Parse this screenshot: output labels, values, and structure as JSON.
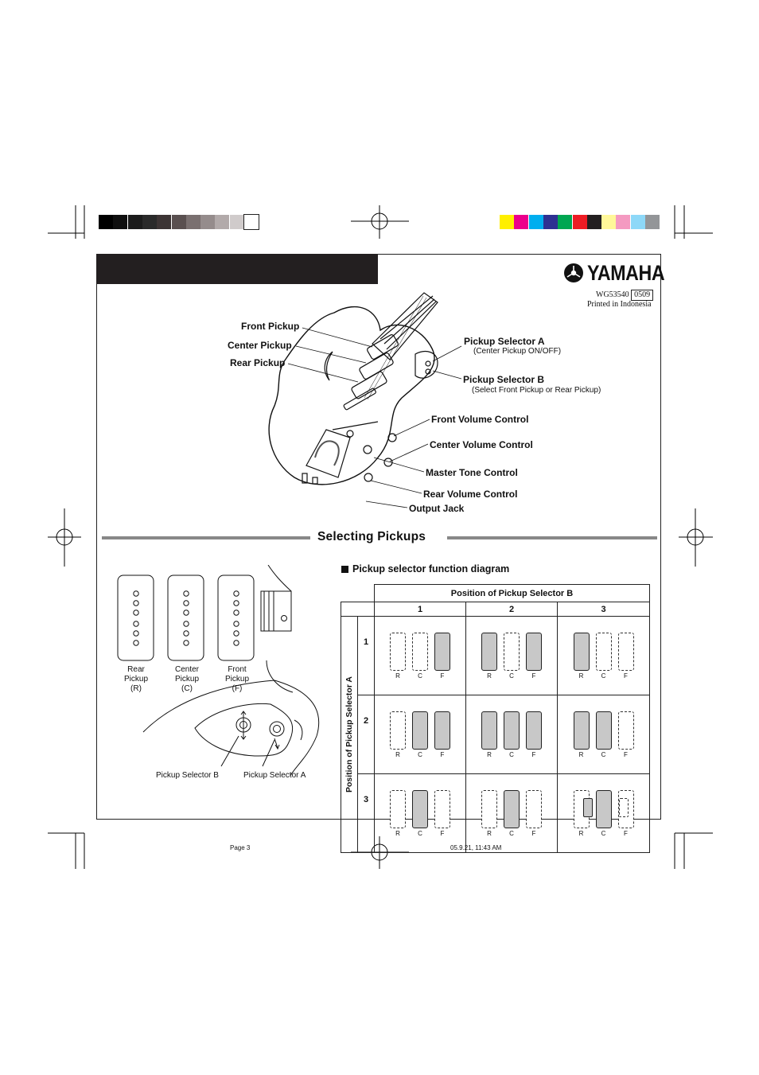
{
  "brand": {
    "name": "YAMAHA",
    "code": "WG53540",
    "code_box": "0509",
    "printed": "Printed in Indonesia"
  },
  "guitar_labels": {
    "front_pickup": "Front Pickup",
    "center_pickup": "Center Pickup",
    "rear_pickup": "Rear Pickup",
    "selector_a": "Pickup Selector A",
    "selector_a_note": "(Center Pickup ON/OFF)",
    "selector_b": "Pickup Selector B",
    "selector_b_note": "(Select Front Pickup or Rear Pickup)",
    "front_volume": "Front Volume Control",
    "center_volume": "Center Volume Control",
    "master_tone": "Master Tone Control",
    "rear_volume": "Rear Volume Control",
    "output_jack": "Output Jack"
  },
  "section_title": "Selecting Pickups",
  "diagram_heading": "Pickup selector function diagram",
  "closeup": {
    "rear": [
      "Rear",
      "Pickup",
      "(R)"
    ],
    "center": [
      "Center",
      "Pickup",
      "(C)"
    ],
    "front": [
      "Front",
      "Pickup",
      "(F)"
    ],
    "sel_b": "Pickup Selector B",
    "sel_a": "Pickup Selector A"
  },
  "table": {
    "header_b": "Position of Pickup Selector B",
    "header_a": "Position of Pickup Selector A",
    "cols": [
      "1",
      "2",
      "3"
    ],
    "rows": [
      "1",
      "2",
      "3"
    ],
    "letters": [
      "R",
      "C",
      "F"
    ],
    "states": [
      [
        [
          0,
          0,
          1
        ],
        [
          1,
          0,
          1
        ],
        [
          1,
          0,
          0
        ]
      ],
      [
        [
          0,
          1,
          1
        ],
        [
          1,
          1,
          1
        ],
        [
          1,
          1,
          0
        ]
      ],
      [
        [
          0,
          1,
          0
        ],
        [
          0,
          1,
          0
        ],
        [
          0,
          1,
          0
        ]
      ]
    ]
  },
  "footer": {
    "page": "Page 3",
    "stamp": "05.9.21, 11:43 AM"
  },
  "swatches_gray": [
    "#000000",
    "#0f0f0f",
    "#1c1c1c",
    "#2a2a2a",
    "#3c3434",
    "#5a5050",
    "#7a7070",
    "#958c8c",
    "#b2aaaa",
    "#d0cbcb",
    "#ffffff"
  ],
  "swatches_color": [
    "#ffef00",
    "#ec008c",
    "#00aeef",
    "#2e3192",
    "#00a651",
    "#ed1c24",
    "#231f20",
    "#fff799",
    "#f49ac1",
    "#8dd8f8",
    "#939598"
  ]
}
